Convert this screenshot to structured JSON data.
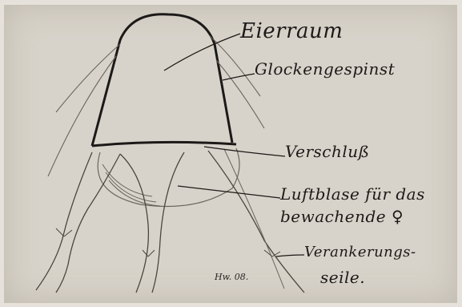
{
  "labels": {
    "eierraum": "Eierraum",
    "glockengespinst": "Glockengespinst",
    "verschluss": "Verschluß",
    "luftblase_line1": "Luftblase für das",
    "luftblase_line2": "bewachende ♀",
    "verankerungs_line1": "Verankerungs-",
    "verankerungs_line2": "seile."
  },
  "signature": "Hw. 08.",
  "colors": {
    "paper": "#d8d3ca",
    "ink": "#1c1a18",
    "faint_line": "#6b655c"
  }
}
